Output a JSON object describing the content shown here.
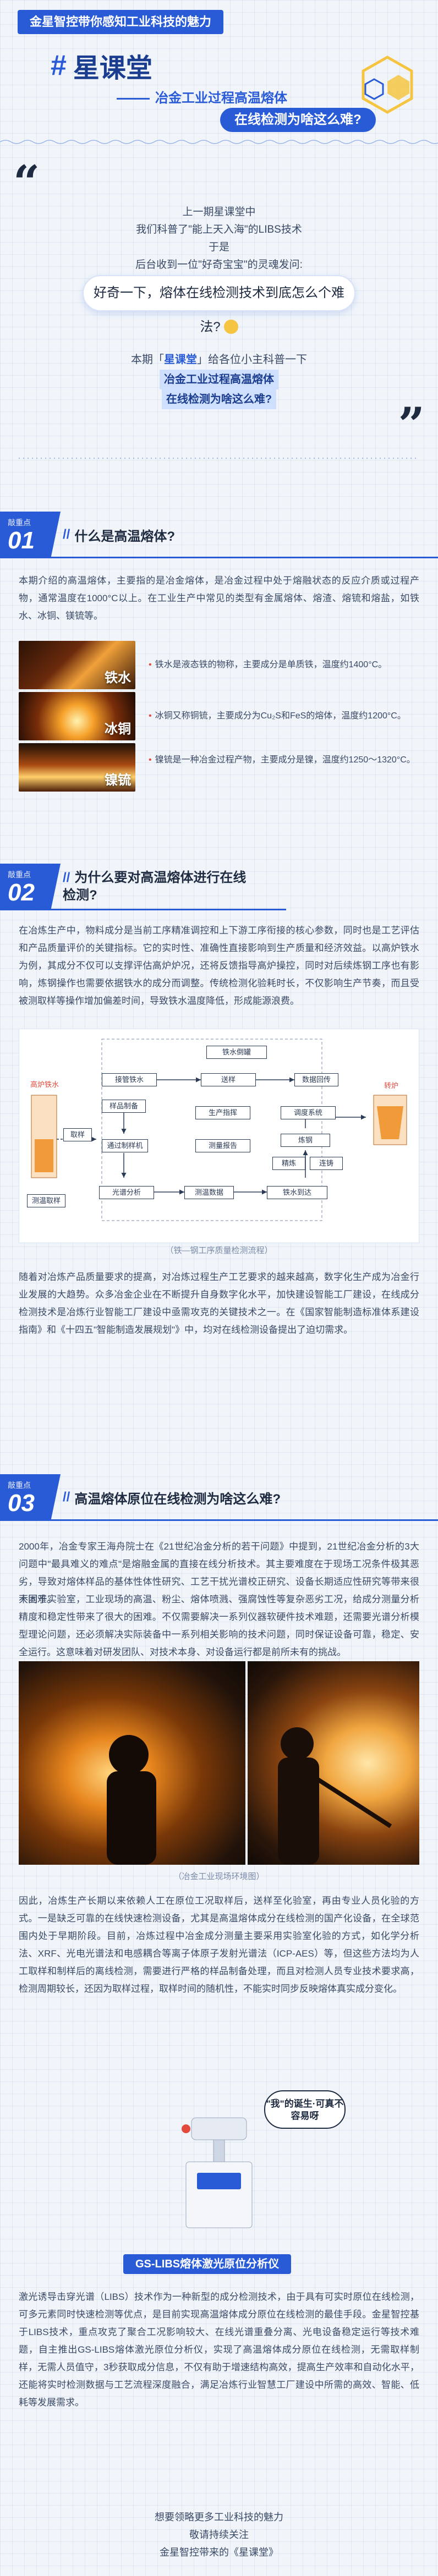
{
  "header": {
    "brand_tag": "金星智控带你感知工业科技的魅力",
    "title": "星课堂",
    "subtitle": "冶金工业过程高温熔体",
    "pill": "在线检测为啥这么难?"
  },
  "intro": {
    "lines": [
      "上一期星课堂中",
      "我们科普了\"能上天入海\"的LIBS技术",
      "于是",
      "后台收到一位\"好奇宝宝\"的灵魂发问:"
    ],
    "bubble": "好奇一下，熔体在线检测技术到底怎么个难法?",
    "para_prefix": "本期「",
    "para_brand": "星课堂",
    "para_suffix": "」给各位小主科普一下",
    "hl_line1": "冶金工业过程高温熔体",
    "hl_line2": "在线检测为啥这么难?"
  },
  "section1": {
    "label": "敲重点",
    "num": "01",
    "title": "什么是高温熔体?",
    "para": "本期介绍的高温熔体，主要指的是冶金熔体，是冶金过程中处于熔融状态的反应介质或过程产物，通常温度在1000°C以上。在工业生产中常见的类型有金属熔体、熔渣、熔锍和熔盐，如铁水、冰铜、镁锍等。",
    "photos": [
      {
        "label": "铁水",
        "caption": "铁水是液态铁的物称，主要成分是单质铁，温度约1400°C。"
      },
      {
        "label": "冰铜",
        "caption": "冰铜又称铜锍，主要成分为Cu₂S和FeS的熔体，温度约1200°C。"
      },
      {
        "label": "镍锍",
        "caption": "镍锍是一种冶金过程产物，主要成分是镍，温度约1250～1320°C。"
      }
    ]
  },
  "section2": {
    "label": "敲重点",
    "num": "02",
    "title_line1": "为什么要对高温熔体进行在线",
    "title_line2": "检测?",
    "para": "在冶炼生产中，物料成分是当前工序精准调控和上下游工序衔接的核心参数，同时也是工艺评估和产品质量评价的关键指标。它的实时性、准确性直接影响到生产质量和经济效益。以高炉铁水为例，其成分不仅可以支撑评估高炉炉况，还将反馈指导高炉操控，同时对后续炼钢工序也有影响，炼钢操作也需要依据铁水的成分而调整。传统检测化验耗时长，不仅影响生产节奏，而且受被测取样等操作增加偏差时间，导致铁水温度降低，形成能源浪费。",
    "diagram_labels": [
      "高炉铁水",
      "取样",
      "测温取样",
      "接管铁水",
      "样品制备",
      "通过制样机",
      "送样",
      "光谱分析",
      "测温数据",
      "数据回传",
      "调度系统",
      "转炉",
      "炼钢",
      "精炼",
      "连铸",
      "铁水到达",
      "铁水倒罐",
      "测量报告",
      "生产指挥"
    ],
    "diagram_caption": "（铁—钢工序质量检测流程）",
    "para2": "随着对冶炼产品质量要求的提高，对冶炼过程生产工艺要求的越来越高，数字化生产成为冶金行业发展的大趋势。众多冶金企业在不断提升自身数字化水平，加快建设智能工厂建设，在线成分检测技术是冶炼行业智能工厂建设中亟需攻克的关键技术之一。在《国家智能制造标准体系建设指南》和《十四五\"智能制造发展规划\"》中，均对在线检测设备提出了迫切需求。"
  },
  "section3": {
    "label": "敲重点",
    "num": "03",
    "title": "高温熔体原位在线检测为啥这么难?",
    "para1": "2000年，冶金专家王海舟院士在《21世纪冶金分析的若干问题》中提到，21世纪冶金分析的3大问题中\"最具难义的难点\"是熔融金属的直接在线分析技术。其主要难度在于现场工况条件极其恶劣，导致对熔体样品的基体性体性研究、工艺干扰光谱校正研究、设备长期适应性研究等带来很大困难。",
    "para2": "不同于实验室，工业现场的高温、粉尘、熔体喷溅、强腐蚀性等复杂恶劣工况，给成分测量分析精度和稳定性带来了很大的困难。不仅需要解决一系列仪器软硬件技术难题，还需要光谱分析模型理论问题，还必须解决实际装备中一系列相关影响的技术问题，同时保证设备可靠，稳定、安全运行。这意味着对研发团队、对技术本身、对设备运行都是前所未有的挑战。",
    "photo_caption": "（冶金工业现场环境图）",
    "para3": "因此，冶炼生产长期以来依赖人工在原位工况取样后，送样至化验室，再由专业人员化验的方式。一是缺乏可靠的在线快速检测设备，尤其是高温熔体成分在线检测的国产化设备，在全球范围内处于早期阶段。目前，冶炼过程中冶金成分测量主要采用实验室化验的方式，如化学分析法、XRF、光电光谱法和电感耦合等离子体原子发射光谱法（ICP-AES）等，但这些方法均为人工取样和制样后的离线检测，需要进行严格的样品制备处理，而且对检测人员专业技术要求高，检测周期较长，还因为取样过程，取样时间的随机性，不能实时同步反映熔体真实成分变化。",
    "bubble": "\"我\"的诞生·可真不容易呀",
    "device_tag": "GS-LIBS熔体激光原位分析仪",
    "para4": "激光诱导击穿光谱（LIBS）技术作为一种新型的成分检测技术，由于具有可实时原位在线检测，可多元素同时快速检测等优点，是目前实现高温熔体成分原位在线检测的最佳手段。金星智控基于LIBS技术，重点攻克了聚合工况影响较大、在线光谱重叠分离、光电设备稳定运行等技术难题，自主推出GS-LIBS熔体激光原位分析仪，实现了高温熔体成分原位在线检测，无需取样制样，无需人员值守，3秒获取成分信息，不仅有助于增速结构高效，提高生产效率和自动化水平，还能将实时检测数据与工艺流程深度融合，满足冶炼行业智慧工厂建设中所需的高效、智能、低耗等发展需求。"
  },
  "footer": {
    "lines": [
      "想要领略更多工业科技的魅力",
      "敬请持续关注",
      "金星智控带来的《星课堂》"
    ]
  }
}
